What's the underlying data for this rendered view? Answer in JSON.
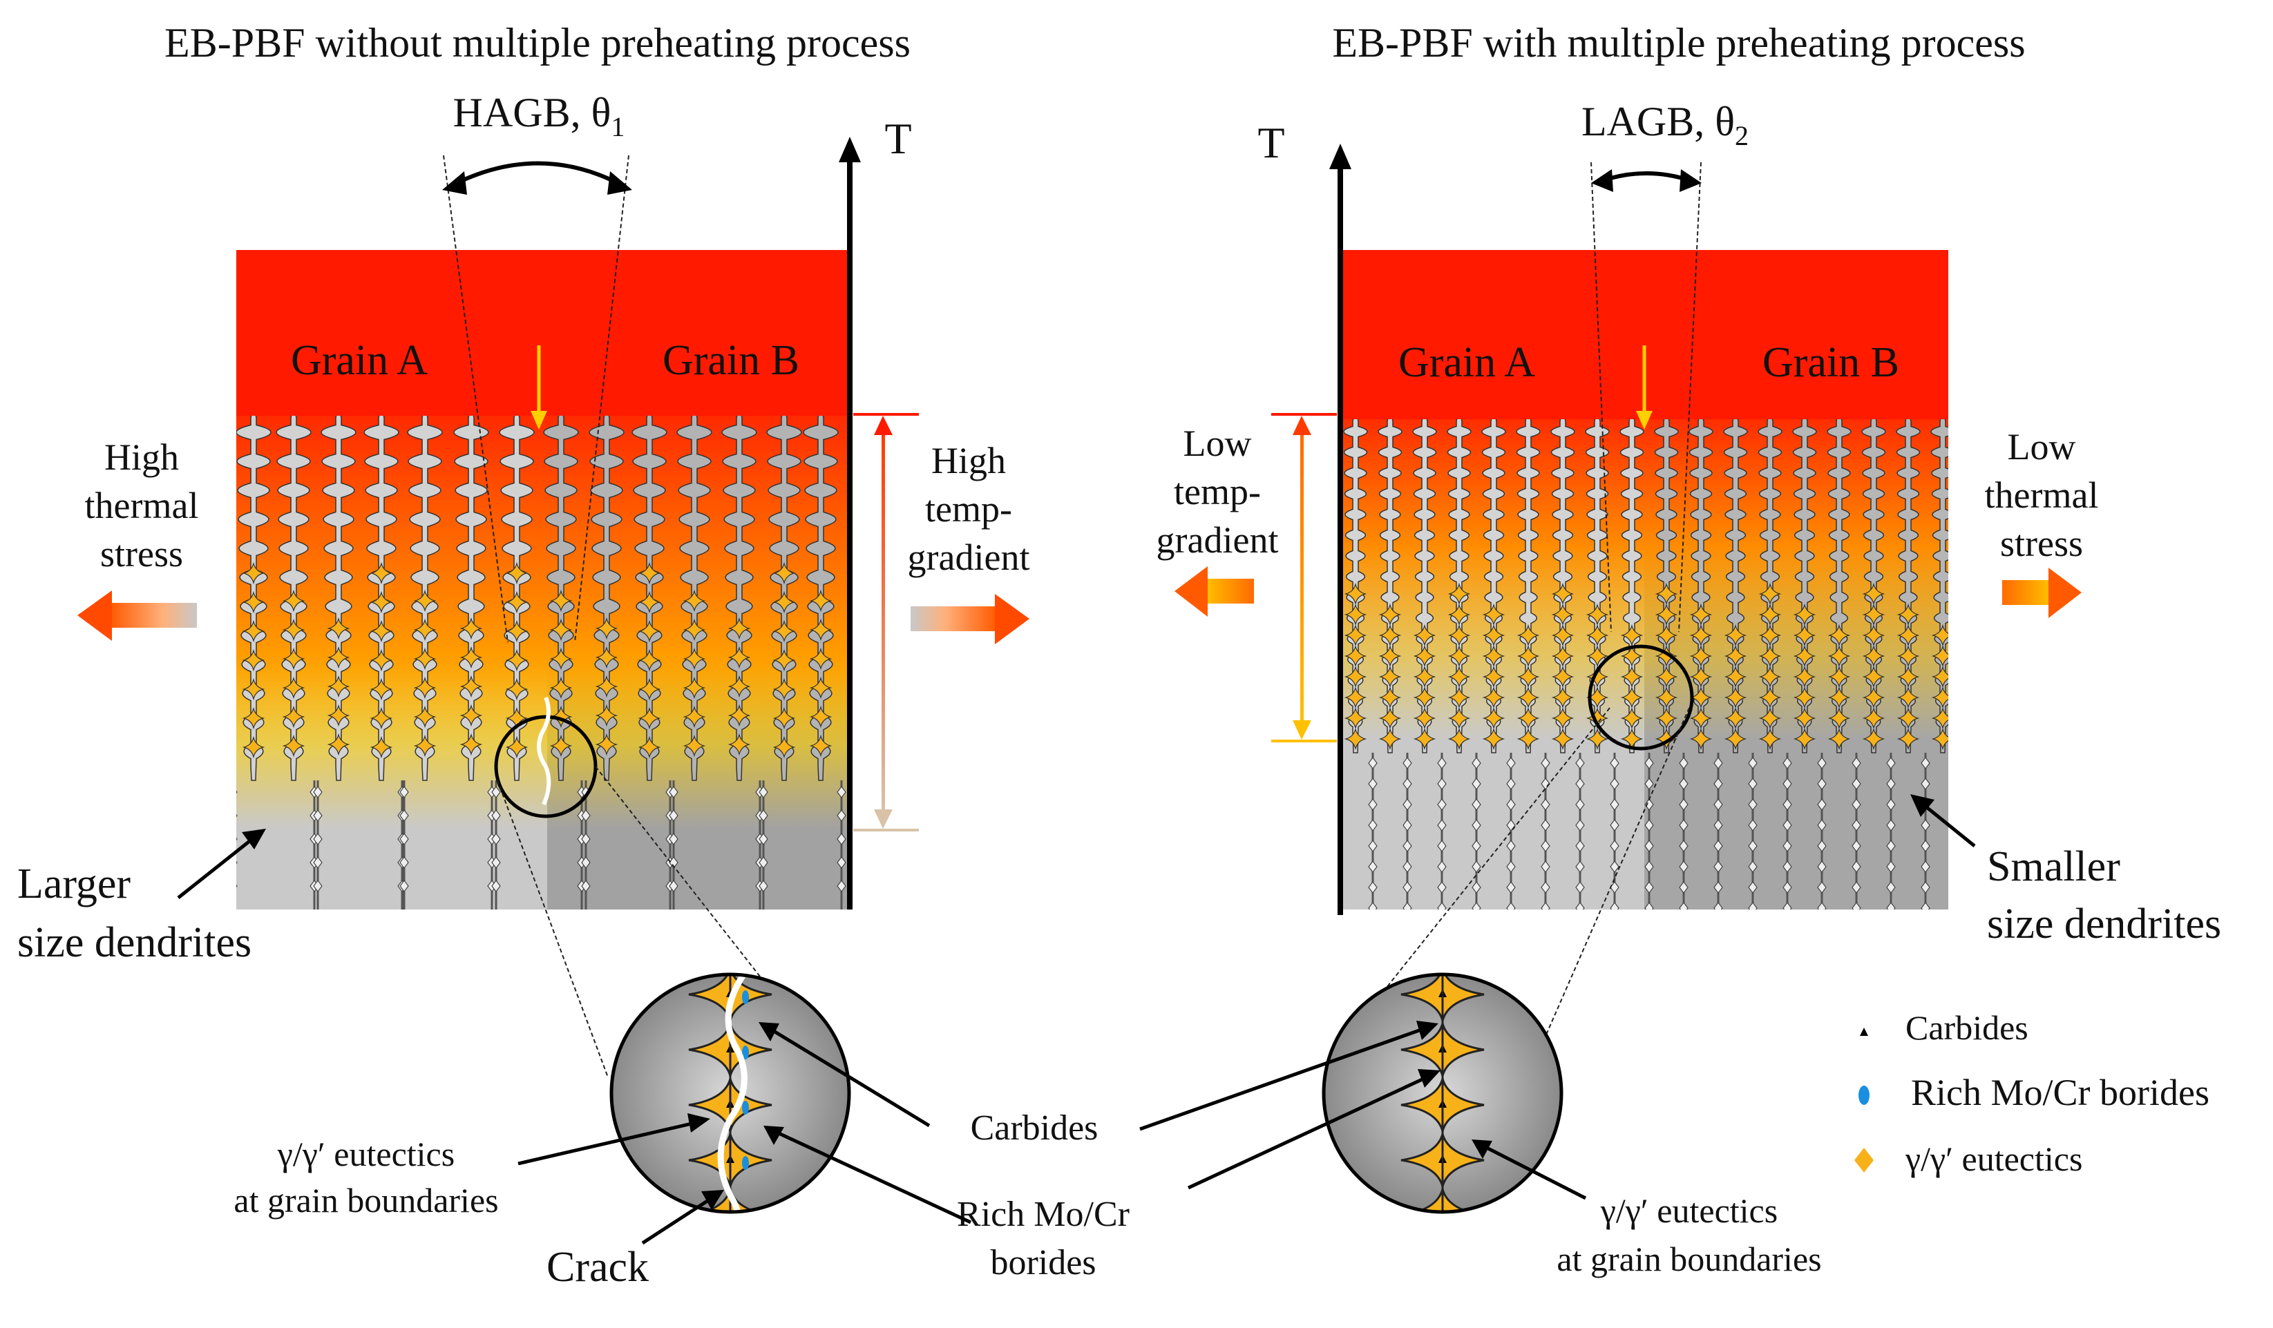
{
  "left_panel": {
    "title": "EB-PBF without multiple preheating process",
    "angle_label": "HAGB, θ",
    "angle_sub": "1",
    "axis_label": "T",
    "grain_a": "Grain A",
    "grain_b": "Grain B",
    "stress_lines": [
      "High",
      "thermal",
      "stress"
    ],
    "gradient_lines": [
      "High",
      "temp-",
      "gradient"
    ],
    "size_lines": [
      "Larger",
      "size dendrites"
    ]
  },
  "right_panel": {
    "title": "EB-PBF with multiple preheating process",
    "angle_label": "LAGB, θ",
    "angle_sub": "2",
    "axis_label": "T",
    "grain_a": "Grain A",
    "grain_b": "Grain B",
    "gradient_lines": [
      "Low",
      "temp-",
      "gradient"
    ],
    "stress_lines": [
      "Low",
      "thermal",
      "stress"
    ],
    "size_lines": [
      "Smaller",
      "size dendrites"
    ]
  },
  "callouts": {
    "eutectic_left": [
      "γ/γ′ eutectics",
      "at grain boundaries"
    ],
    "crack": "Crack",
    "carbides": "Carbides",
    "borides": [
      "Rich Mo/Cr",
      "borides"
    ],
    "eutectic_right": [
      "γ/γ′ eutectics",
      "at grain boundaries"
    ]
  },
  "legend": {
    "items": [
      {
        "symbol": "triangle",
        "label": "Carbides"
      },
      {
        "symbol": "ellipse",
        "label": "Rich Mo/Cr borides"
      },
      {
        "symbol": "diamond",
        "label": "γ/γ′ eutectics"
      }
    ]
  },
  "colors": {
    "melt_red": "#ff1a00",
    "mushy_orange": "#ff7a00",
    "eutectic_yellow": "#f7b21a",
    "grain_light": "#c8c8c8",
    "grain_dark": "#9e9e9e",
    "boride_blue": "#1a8fe0"
  }
}
